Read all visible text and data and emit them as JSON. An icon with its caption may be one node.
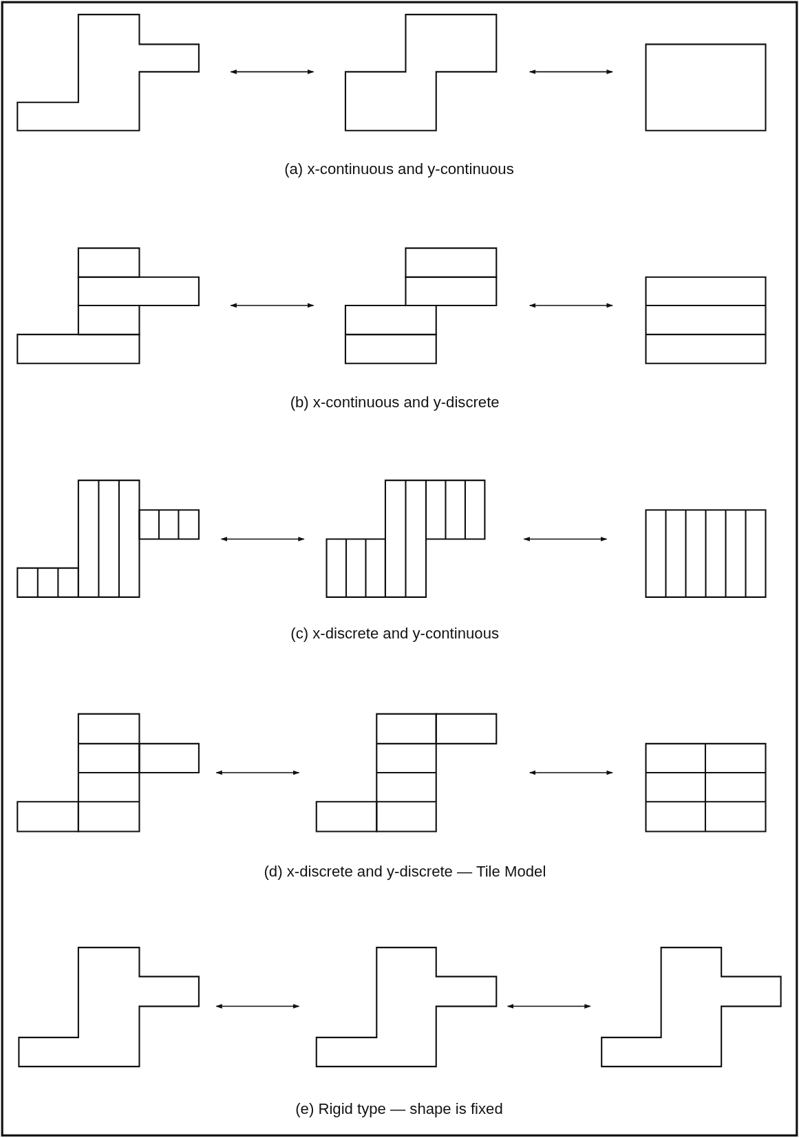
{
  "diagram": {
    "nodes": [
      {
        "text": [],
        "shape": "polygon"
      },
      {
        "text": [],
        "shape": "polygon"
      },
      {
        "text": [],
        "shape": "box"
      },
      {
        "text": [],
        "shape": "polygon"
      },
      {
        "text": [],
        "shape": "polygon"
      },
      {
        "text": [],
        "shape": "box"
      },
      {
        "text": [],
        "shape": "polygon"
      },
      {
        "text": [],
        "shape": "polygon"
      },
      {
        "text": [],
        "shape": "box"
      },
      {
        "text": [],
        "shape": "polygon"
      },
      {
        "text": [],
        "shape": "polygon"
      },
      {
        "text": [],
        "shape": "box"
      },
      {
        "text": [],
        "shape": "polygon"
      },
      {
        "text": [],
        "shape": "polygon"
      },
      {
        "text": [],
        "shape": "polygon"
      }
    ],
    "edges": [
      {
        "from": 0,
        "to": 1,
        "arrow": "both"
      },
      {
        "from": 1,
        "to": 2,
        "arrow": "both"
      },
      {
        "from": 3,
        "to": 4,
        "arrow": "both"
      },
      {
        "from": 4,
        "to": 5,
        "arrow": "both"
      },
      {
        "from": 6,
        "to": 7,
        "arrow": "both"
      },
      {
        "from": 7,
        "to": 8,
        "arrow": "both"
      },
      {
        "from": 9,
        "to": 10,
        "arrow": "both"
      },
      {
        "from": 10,
        "to": 11,
        "arrow": "both"
      },
      {
        "from": 12,
        "to": 13,
        "arrow": "both"
      },
      {
        "from": 13,
        "to": 14,
        "arrow": "both"
      }
    ],
    "labels": [
      "(a) x-continuous and y-continuous",
      "(b) x-continuous and y-discrete",
      "(c) x-discrete and y-continuous",
      "(d) x-discrete and y-discrete — Tile Model",
      "(e) Rigid type — shape is fixed"
    ]
  }
}
